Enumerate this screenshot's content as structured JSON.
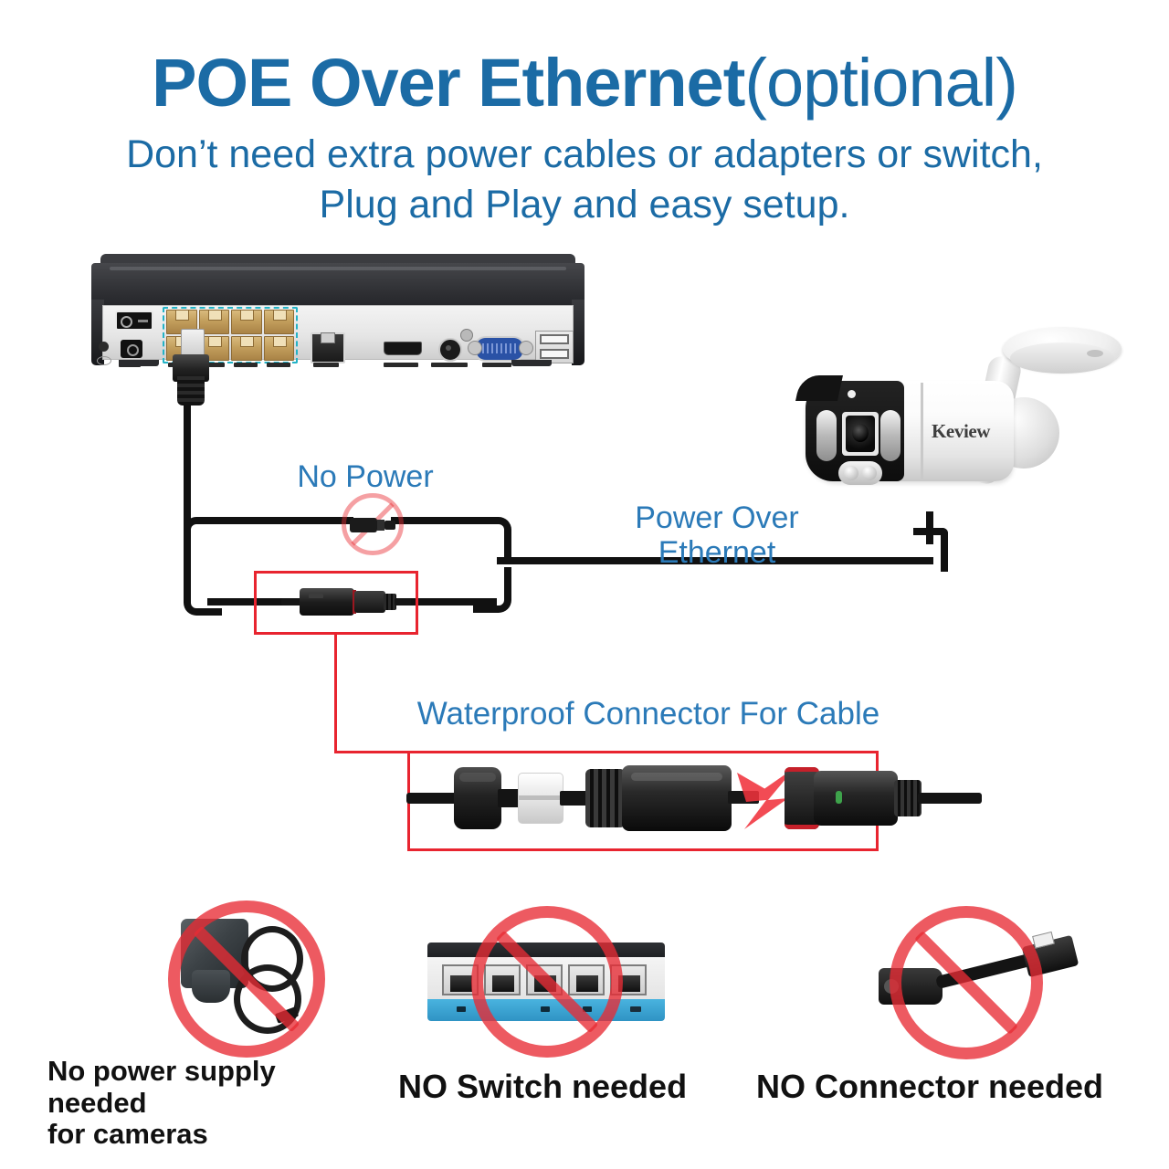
{
  "header": {
    "title_main": "POE Over Ethernet",
    "title_optional": "(optional)",
    "subtitle_line1": "Don’t need extra power cables or adapters or switch,",
    "subtitle_line2": "Plug and Play and easy setup."
  },
  "colors": {
    "heading_blue": "#1b6ba5",
    "label_blue": "#2b7ab8",
    "callout_red": "#e8242f",
    "prohibit_red": "#e82c34",
    "poe_port_highlight": "#23b3c6",
    "cable_black": "#111111"
  },
  "diagram": {
    "nvr": {
      "name": "8-channel PoE NVR rear panel",
      "poe_ports_count": 8,
      "poe_ports_rows": 2,
      "poe_ports_cols": 4,
      "port_groups": [
        "power-switch",
        "dc-in",
        "poe-ports",
        "lan",
        "hdmi",
        "audio-out",
        "vga",
        "usb"
      ]
    },
    "camera": {
      "brand": "Keview",
      "type": "bullet-ip-camera"
    },
    "labels": {
      "no_power": "No Power",
      "power_over_ethernet_l1": "Power Over",
      "power_over_ethernet_l2": "Ethernet",
      "waterproof_connector": "Waterproof Connector For Cable"
    }
  },
  "footer": {
    "items": [
      {
        "id": "no-power-supply",
        "icon": "power-adapter-prohibited-icon",
        "label_line1": "No power supply needed",
        "label_line2": "for cameras"
      },
      {
        "id": "no-switch",
        "icon": "network-switch-prohibited-icon",
        "label_line1": "NO Switch needed",
        "label_line2": ""
      },
      {
        "id": "no-connector",
        "icon": "dc-rj45-splitter-prohibited-icon",
        "label_line1": "NO Connector needed",
        "label_line2": ""
      }
    ]
  }
}
